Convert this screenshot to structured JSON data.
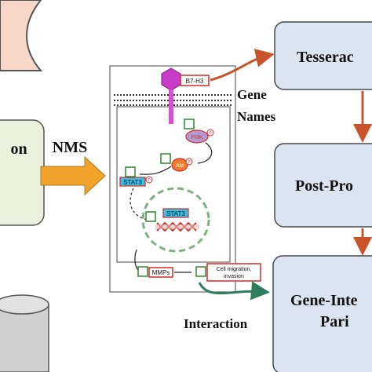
{
  "colors": {
    "background": "#ffffff",
    "box_blue_fill": "#dbe5f1",
    "box_blue_stroke": "#4a4a4a",
    "box_green_fill": "#ebf1dd",
    "arrow_red": "#c9532b",
    "arrow_teal": "#2e7d5b",
    "arrow_orange": "#f0a22c",
    "receptor_magenta": "#c83ac8",
    "label_red": "#d62828",
    "label_green": "#2d8a2d",
    "stat3_cyan": "#39c0e6",
    "pi3k_purple": "#b49ad0",
    "akt_orange": "#f07c2c",
    "shape_peach": "#f7d7c8",
    "cylinder_grey": "#d0d0d0"
  },
  "labels": {
    "left_box_partial": "on",
    "nms": "NMS",
    "gene_names": [
      "Gene",
      "Names"
    ],
    "interaction": "Interaction",
    "right_box_1": "Tesserac",
    "right_box_2": "Post-Pro",
    "right_box_3": [
      "Gene-Inte",
      "Pari"
    ]
  },
  "figure": {
    "b7h3": "B7-H3",
    "pi3k": "PI3K",
    "akt": "Akt",
    "stat3_a": "STAT3",
    "stat3_b": "STAT3",
    "mmps": "MMPs",
    "outcome": [
      "Cell migration,",
      "invasion"
    ],
    "phospho": "P"
  }
}
